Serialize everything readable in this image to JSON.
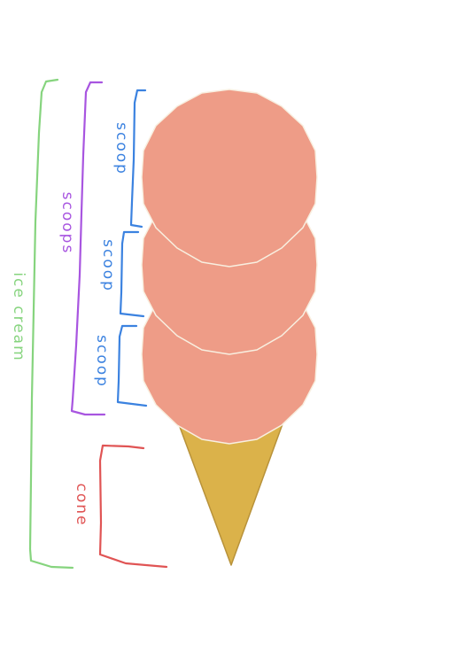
{
  "labels": {
    "scoop_top": "scoop",
    "scoop_middle": "scoop",
    "scoop_bottom": "scoop",
    "scoops": "scoops",
    "ice_cream": "ice cream",
    "cone": "cone"
  },
  "colors": {
    "background": "#ffffff",
    "scoop_fill": "#ee9c87",
    "scoop_outline": "#f8efe0",
    "cone_fill": "#dbb24a",
    "cone_outline": "#b8923a",
    "scoop_bracket": "#3b82e0",
    "scoops_bracket": "#a855e0",
    "ice_cream_bracket": "#86d47e",
    "cone_bracket": "#e05454"
  }
}
